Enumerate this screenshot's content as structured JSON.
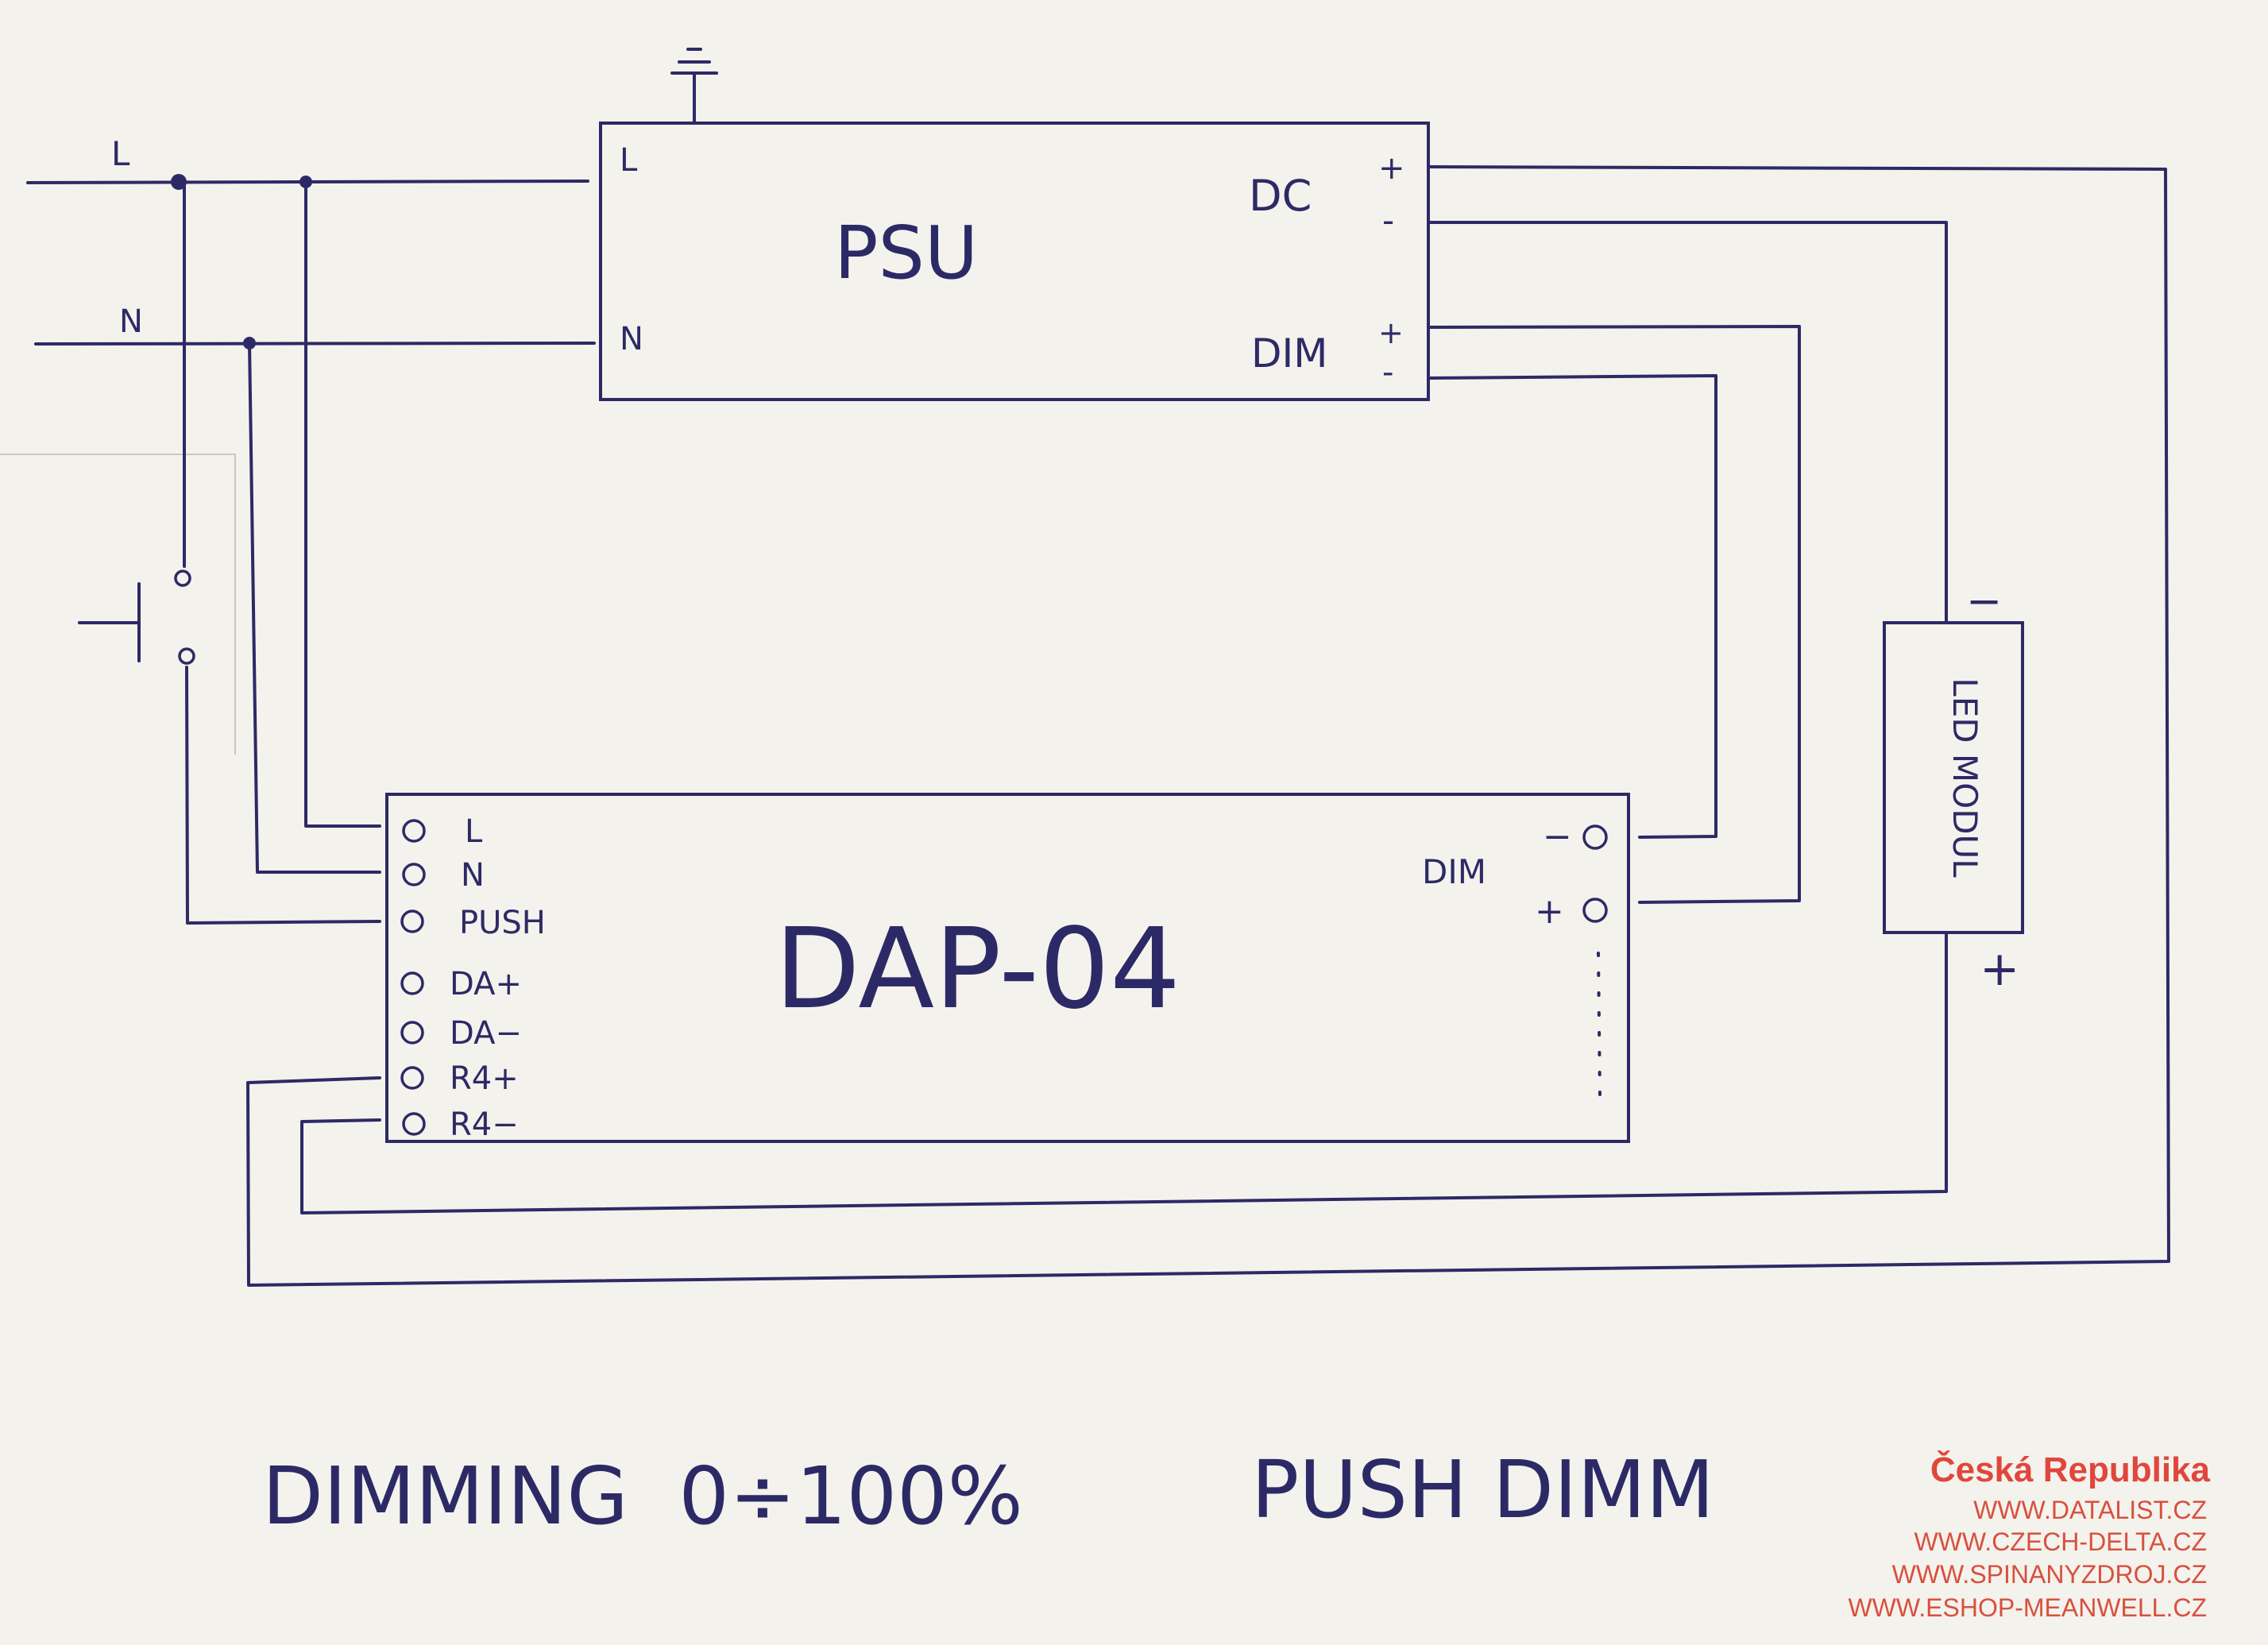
{
  "mains": {
    "line_label": "L",
    "neutral_label": "N"
  },
  "psu": {
    "title": "PSU",
    "in_l": "L",
    "in_n": "N",
    "dc_label": "DC",
    "dc_plus": "+",
    "dc_minus": "-",
    "dim_label": "DIM",
    "dim_plus": "+",
    "dim_minus": "-"
  },
  "dap": {
    "title": "DAP-04",
    "terminals": [
      "L",
      "N",
      "PUSH",
      "DA+",
      "DA−",
      "R4+",
      "R4−"
    ],
    "dim_label": "DIM",
    "dim_minus": "−",
    "dim_plus": "+"
  },
  "led": {
    "label": "LED MODUL",
    "minus": "−",
    "plus": "+"
  },
  "footer": {
    "left": "DIMMING  0÷100%",
    "right": "PUSH DIMM"
  },
  "watermark": {
    "title": "Česká Republika",
    "lines": [
      "WWW.DATALIST.CZ",
      "WWW.CZECH-DELTA.CZ",
      "WWW.SPINANYZDROJ.CZ",
      "WWW.ESHOP-MEANWELL.CZ"
    ],
    "title_color": "#e0473c",
    "line_color": "#d9503f"
  }
}
